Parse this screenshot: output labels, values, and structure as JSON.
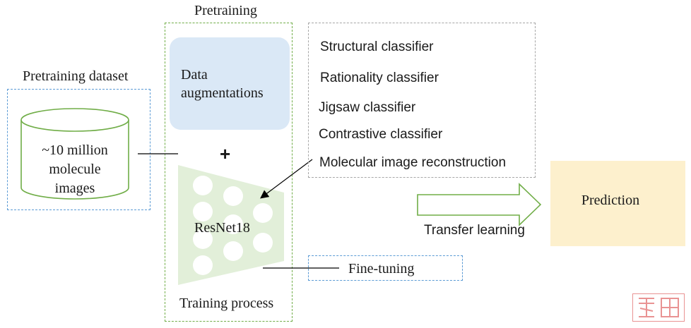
{
  "pretraining_dataset": {
    "title": "Pretraining dataset",
    "db_line1": "~10 million",
    "db_line2": "molecule",
    "db_line3": "images"
  },
  "pretraining": {
    "title": "Pretraining",
    "augmentation_line1": "Data",
    "augmentation_line2": "augmentations",
    "plus": "+",
    "network_label": "ResNet18",
    "process_label": "Training process"
  },
  "tasks": {
    "items": [
      "Structural classifier",
      "Rationality classifier",
      "Jigsaw classifier",
      "Contrastive classifier",
      "Molecular image reconstruction"
    ]
  },
  "finetuning": {
    "label": "Fine-tuning"
  },
  "transfer": {
    "label": "Transfer learning"
  },
  "prediction": {
    "label": "Prediction"
  },
  "colors": {
    "blue_dash": "#5b9bd5",
    "green_dash": "#70ad47",
    "gray_dash": "#a6a6a6",
    "augmentation_fill": "#dae8f6",
    "network_fill": "#e2efd9",
    "prediction_fill": "#fdf0cd",
    "watermark": "#e06666"
  }
}
